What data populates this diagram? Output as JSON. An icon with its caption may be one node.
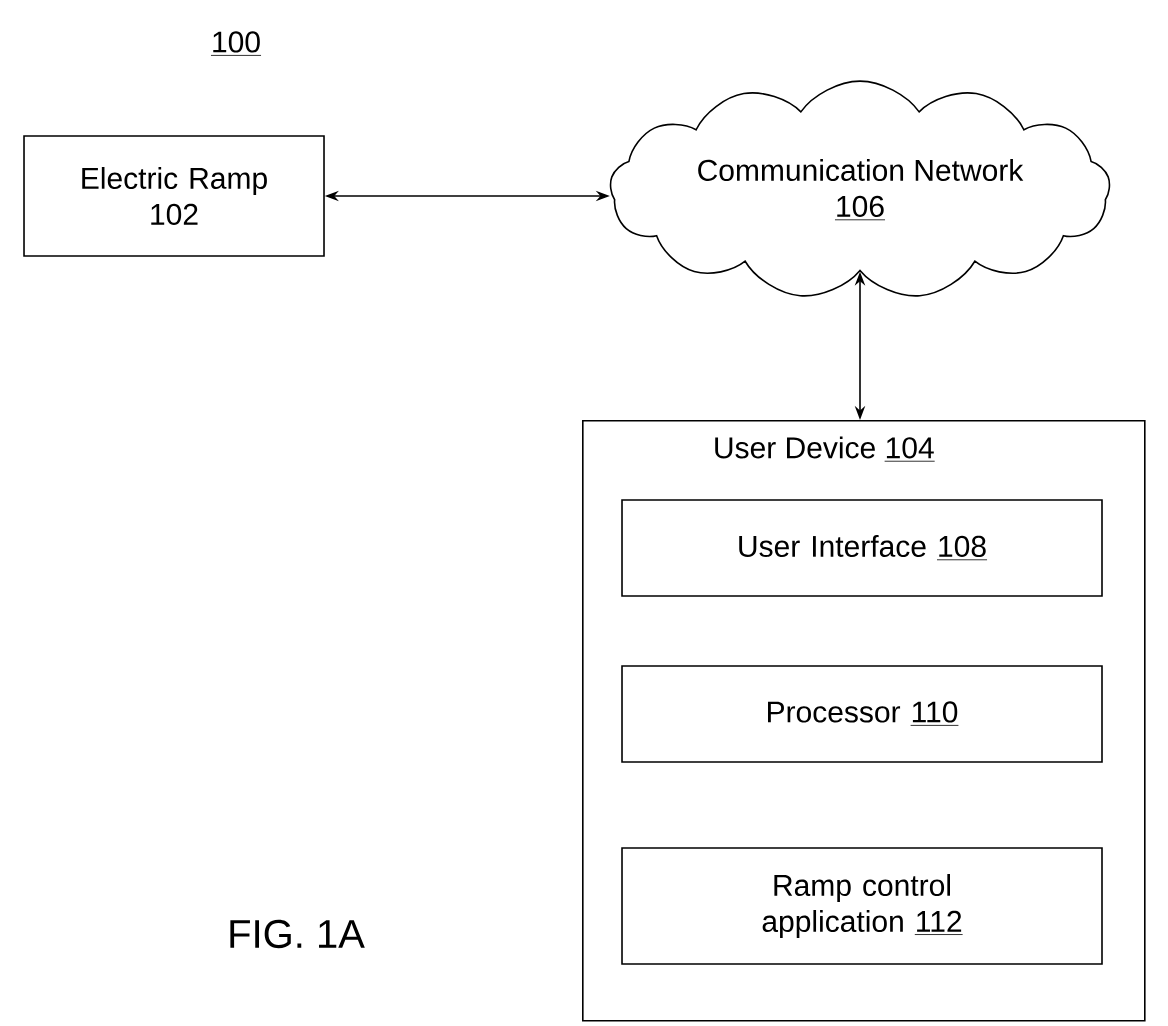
{
  "diagram": {
    "nodes": [
      {
        "text": [
          "Electric Ramp",
          "102"
        ]
      },
      {
        "text": [
          "Communication Network",
          "106"
        ]
      },
      {
        "text": [
          "User Device",
          "104"
        ]
      },
      {
        "text": [
          "User Interface",
          "108"
        ],
        "in": 2
      },
      {
        "text": [
          "Processor",
          "110"
        ],
        "in": 2
      },
      {
        "text": [
          "Ramp control application",
          "112"
        ],
        "in": 2
      }
    ],
    "edges": [
      {
        "from": 0,
        "to": 1,
        "arrow": "both"
      },
      {
        "from": 1,
        "to": 2,
        "arrow": "both"
      }
    ],
    "labels": [
      "100",
      "FIG. 1A"
    ]
  }
}
